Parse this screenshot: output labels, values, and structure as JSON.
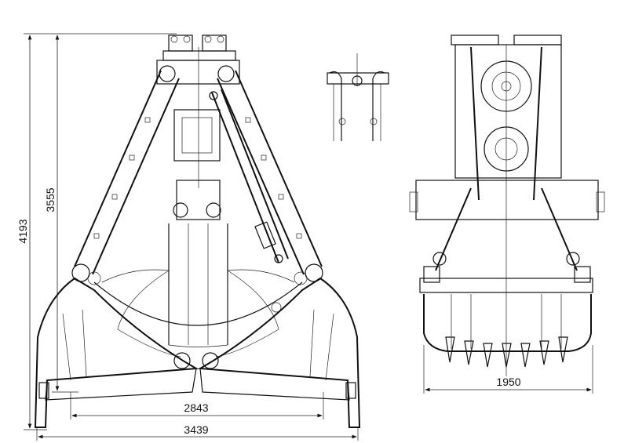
{
  "drawing": {
    "front_view": {
      "dimensions": {
        "overall_height": "4193",
        "height_to_pivot": "3555",
        "inner_width": "2843",
        "overall_width": "3439"
      }
    },
    "side_view": {
      "dimensions": {
        "width": "1950"
      },
      "teeth_count": 7
    }
  }
}
